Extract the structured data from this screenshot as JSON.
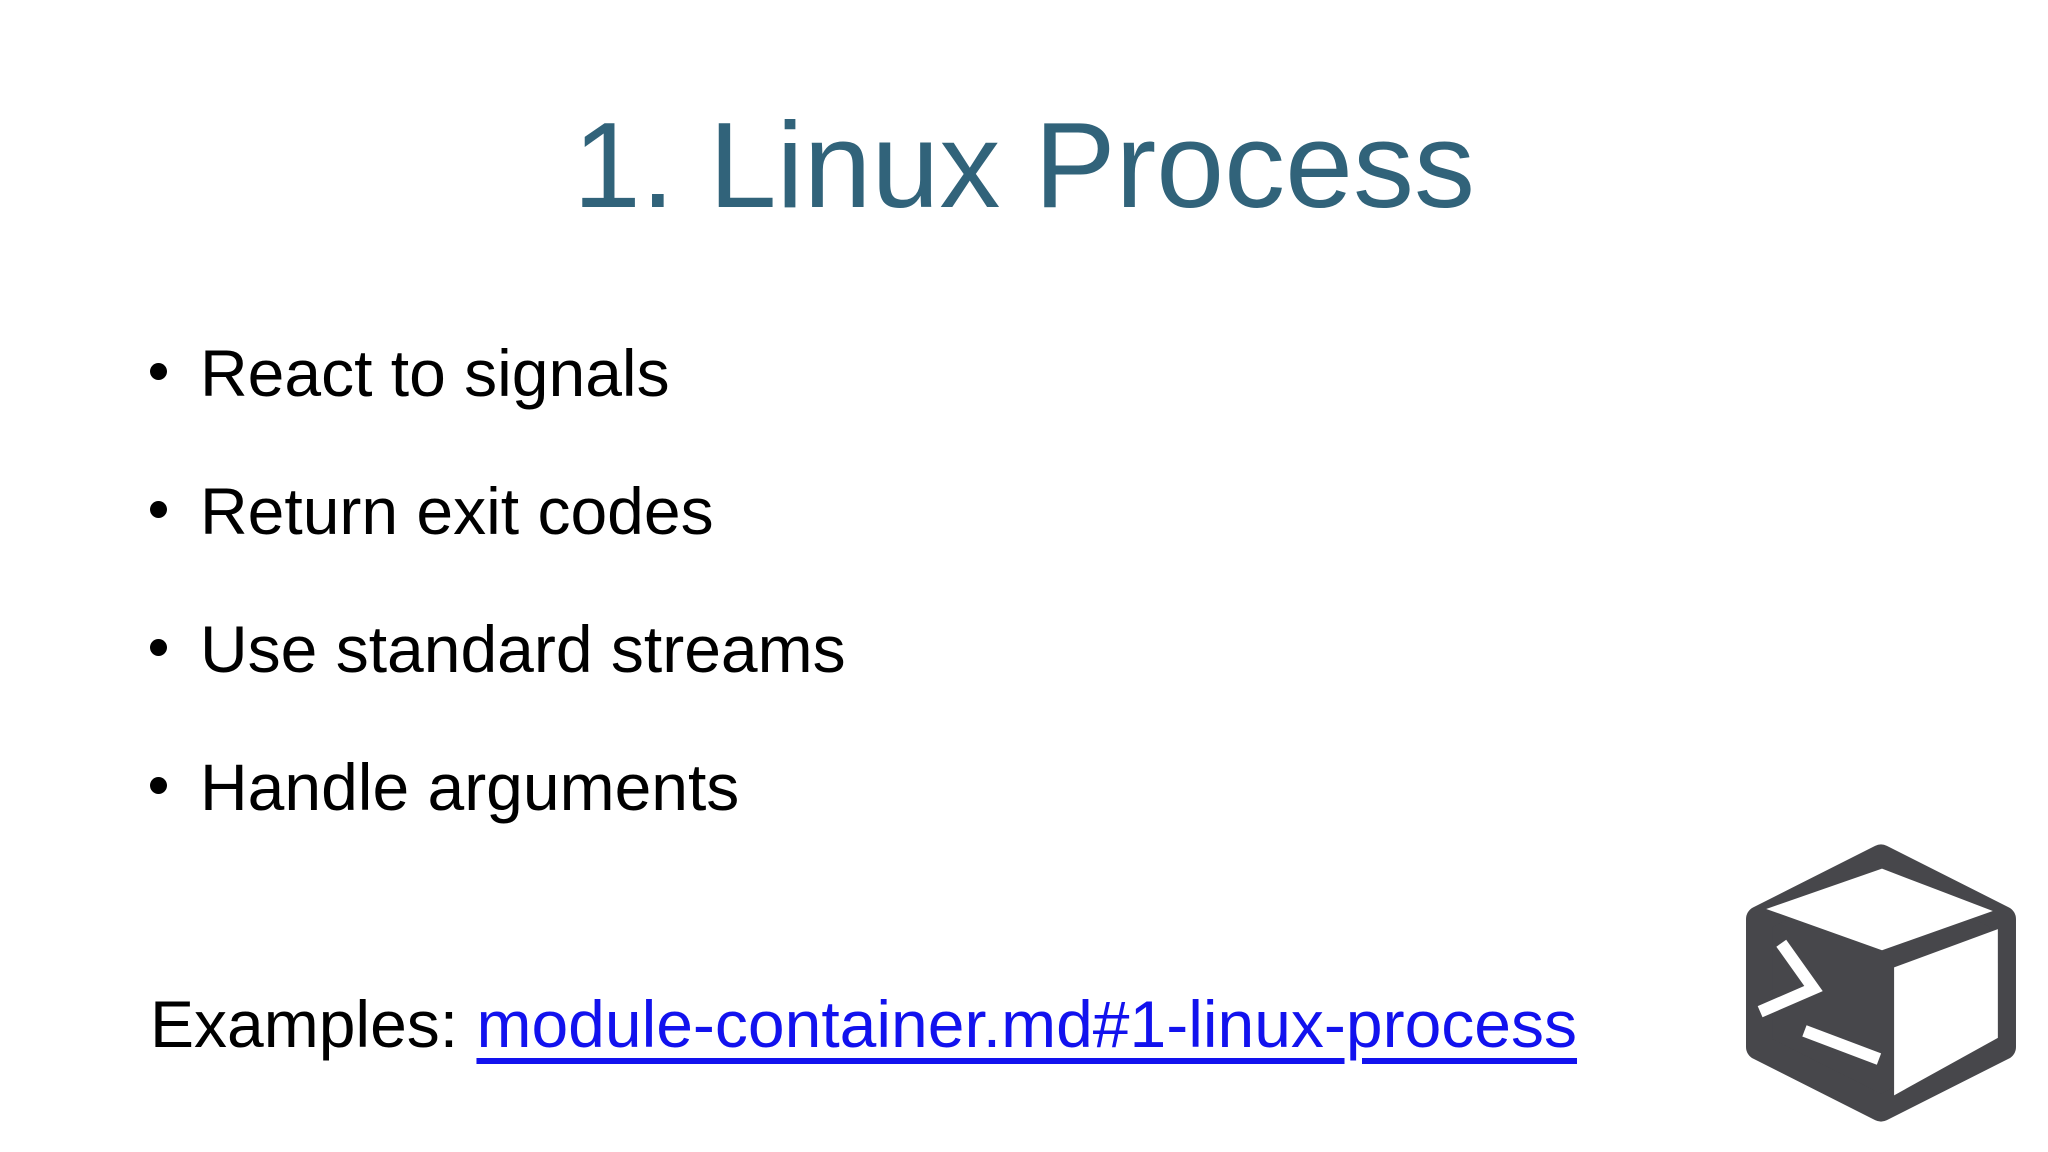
{
  "slide": {
    "title": "1. Linux Process",
    "bullets": [
      "React to signals",
      "Return exit codes",
      "Use standard streams",
      "Handle arguments"
    ],
    "examples": {
      "label": "Examples:",
      "link_text": "module-container.md#1-linux-process"
    }
  },
  "icons": {
    "logo": "terminal-container-box-icon"
  },
  "colors": {
    "background": "#FFFFFF",
    "title": "#31637A",
    "body_text": "#000000",
    "link": "#1212EE",
    "logo": "#47474B"
  }
}
